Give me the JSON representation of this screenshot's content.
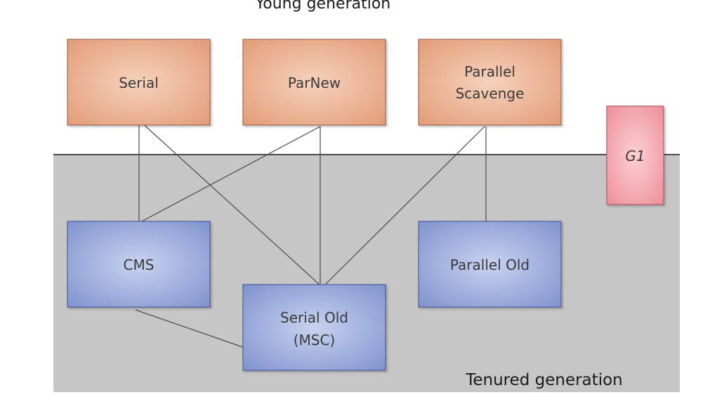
{
  "labels": {
    "young": "Young generation",
    "tenured": "Tenured generation"
  },
  "young_collectors": {
    "serial": "Serial",
    "parnew": "ParNew",
    "parallel_scavenge_line1": "Parallel",
    "parallel_scavenge_line2": "Scavenge"
  },
  "tenured_collectors": {
    "cms": "CMS",
    "serial_old_line1": "Serial Old",
    "serial_old_line2": "(MSC)",
    "parallel_old": "Parallel Old"
  },
  "g1": "G1",
  "connections": [
    [
      "Serial",
      "CMS"
    ],
    [
      "Serial",
      "Serial Old (MSC)"
    ],
    [
      "ParNew",
      "CMS"
    ],
    [
      "ParNew",
      "Serial Old (MSC)"
    ],
    [
      "Parallel Scavenge",
      "Serial Old (MSC)"
    ],
    [
      "Parallel Scavenge",
      "Parallel Old"
    ],
    [
      "CMS",
      "Serial Old (MSC)"
    ]
  ],
  "colors": {
    "young_box": "#e9a886",
    "tenured_box": "#8fa2d8",
    "g1_box": "#f2a3ab",
    "tenured_region": "#c6c6c6"
  }
}
